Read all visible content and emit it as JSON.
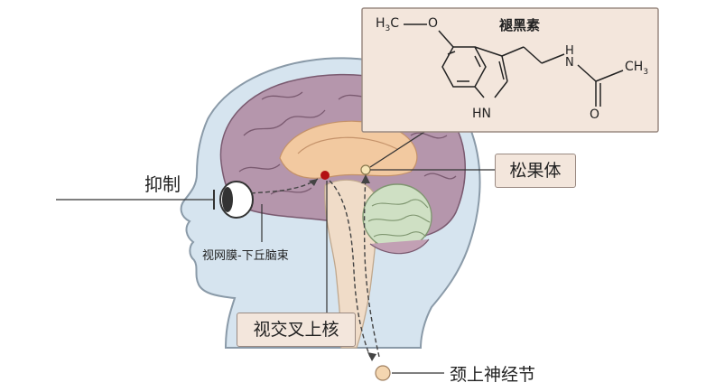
{
  "molecule": {
    "name": "褪黑素",
    "atoms": {
      "methyl": "H3C",
      "oxygen": "O",
      "nitrogen_amide": "H\nN",
      "methyl_right": "CH3",
      "carbonyl_o": "O",
      "indole_nh": "HN"
    }
  },
  "labels": {
    "inhibit": "抑制",
    "retino_tract": "视网膜-下丘脑束",
    "pineal": "松果体",
    "scn": "视交叉上核",
    "scg": "颈上神经节"
  },
  "colors": {
    "head": "#d6e4ef",
    "head_outline": "#8a9aa8",
    "cortex": "#b596ac",
    "inner": "#f2c9a0",
    "cerebellum": "#cfe0c4",
    "brainstem": "#f0dcc8",
    "scn_dot": "#b30f14",
    "panel": "#f3e6dc"
  }
}
